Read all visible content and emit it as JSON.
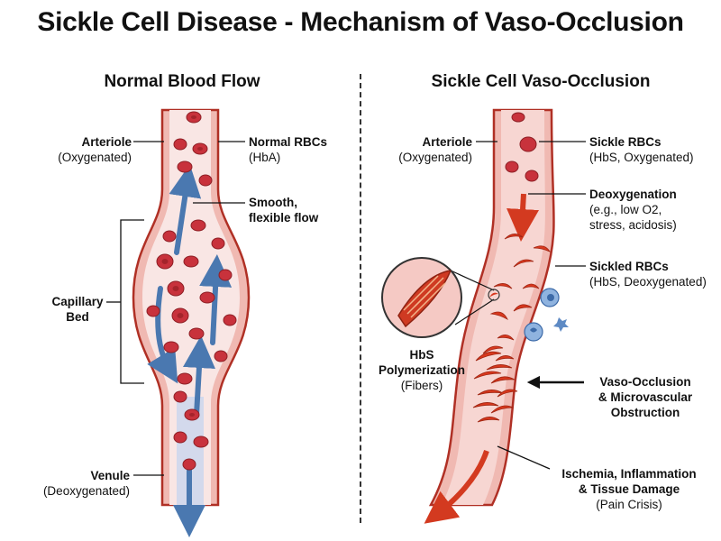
{
  "title": "Sickle Cell Disease - Mechanism of Vaso-Occlusion",
  "panels": {
    "left": {
      "title": "Normal Blood Flow",
      "labels": {
        "arteriole": {
          "main": "Arteriole",
          "sub": "(Oxygenated)"
        },
        "normal_rbcs": {
          "main": "Normal RBCs",
          "sub": "(HbA)"
        },
        "smooth_flow": {
          "main": "Smooth,",
          "sub": "flexible flow"
        },
        "capillary_bed": {
          "main": "Capillary",
          "sub": "Bed"
        },
        "venule": {
          "main": "Venule",
          "sub": "(Deoxygenated)"
        }
      }
    },
    "right": {
      "title": "Sickle Cell Vaso-Occlusion",
      "labels": {
        "arteriole": {
          "main": "Arteriole",
          "sub": "(Oxygenated)"
        },
        "sickle_rbcs": {
          "main": "Sickle RBCs",
          "sub": "(HbS, Oxygenated)"
        },
        "deoxygenation": {
          "main": "Deoxygenation",
          "sub1": "(e.g., low O2,",
          "sub2": "stress, acidosis)"
        },
        "sickled_rbcs": {
          "main": "Sickled RBCs",
          "sub": "(HbS, Deoxygenated)"
        },
        "hbs_polymerization": {
          "main1": "HbS",
          "main2": "Polymerization",
          "sub": "(Fibers)"
        },
        "vaso_occlusion": {
          "main1": "Vaso-Occlusion",
          "main2": "& Microvascular",
          "main3": "Obstruction"
        },
        "ischemia": {
          "main1": "Ischemia, Inflammation",
          "main2": "& Tissue Damage",
          "sub": "(Pain Crisis)"
        }
      }
    }
  },
  "colors": {
    "vessel_wall": "#c0392b",
    "vessel_fill": "#f6d0cc",
    "lumen_left": "#f9e6e4",
    "flow_arrow": "#4a78b0",
    "rbc_normal": "#c8323c",
    "sickle_cell": "#d8381e",
    "wbc": "#6a9ad0",
    "deoxy_arrow": "#d33a20"
  }
}
